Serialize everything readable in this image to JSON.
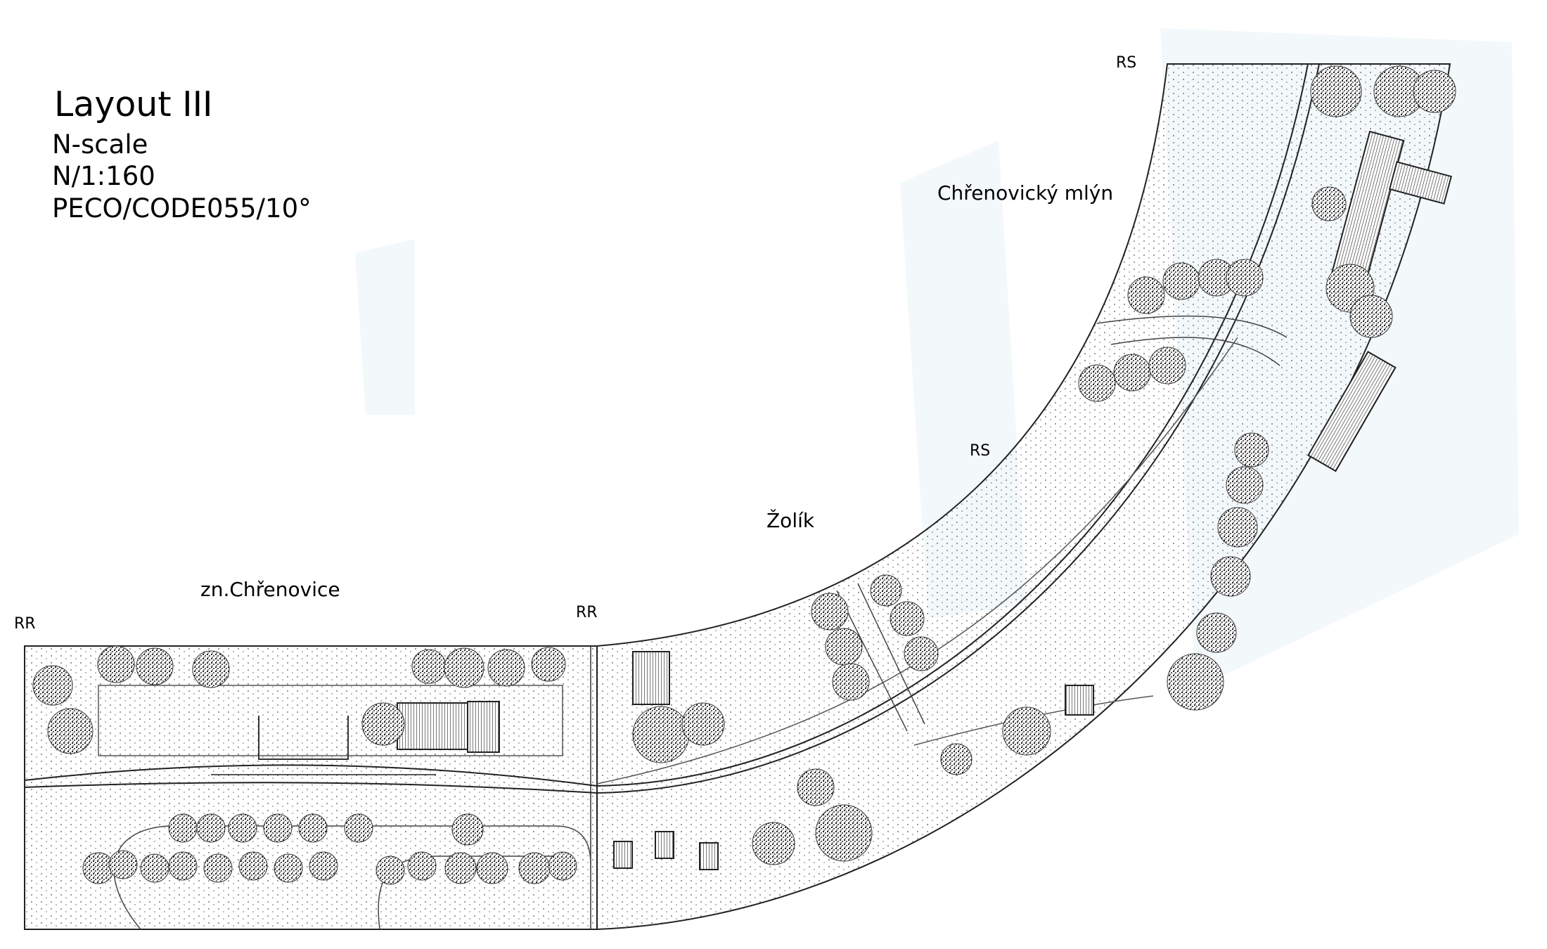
{
  "legend": {
    "title": "Layout III",
    "scale_name": "N-scale",
    "scale_ratio": "N/1:160",
    "track_system": "PECO/CODE055/10°"
  },
  "places": {
    "mill": "Chřenovický mlýn",
    "zolik": "Žolík",
    "station": "zn.Chřenovice"
  },
  "markers": {
    "rs_top": "RS",
    "rs_mid": "RS",
    "rr_left": "RR",
    "rr_mid": "RR"
  },
  "colors": {
    "ink": "#1a1a1a",
    "paper": "#ffffff",
    "scan_shadow": "#f3f8fb"
  }
}
